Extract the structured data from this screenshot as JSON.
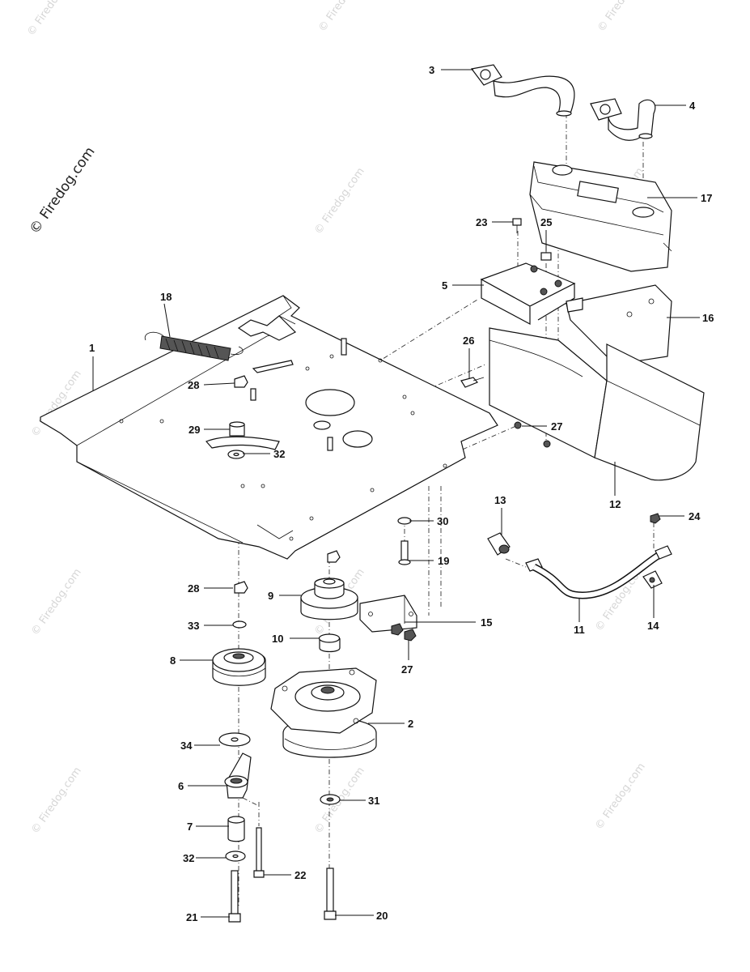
{
  "watermark": {
    "main_text": "© Firedog.com",
    "tile_text": "© Firedog.com"
  },
  "callouts": {
    "c1": "1",
    "c2": "2",
    "c3": "3",
    "c4": "4",
    "c5": "5",
    "c6": "6",
    "c7": "7",
    "c8": "8",
    "c9": "9",
    "c10": "10",
    "c11": "11",
    "c12": "12",
    "c13": "13",
    "c14": "14",
    "c15": "15",
    "c16": "16",
    "c17": "17",
    "c18": "18",
    "c19": "19",
    "c20": "20",
    "c21": "21",
    "c22": "22",
    "c23": "23",
    "c24": "24",
    "c25": "25",
    "c26": "26",
    "c27a": "27",
    "c27b": "27",
    "c28a": "28",
    "c28b": "28",
    "c29": "29",
    "c30": "30",
    "c31": "31",
    "c32a": "32",
    "c32b": "32",
    "c33": "33",
    "c34": "34"
  }
}
